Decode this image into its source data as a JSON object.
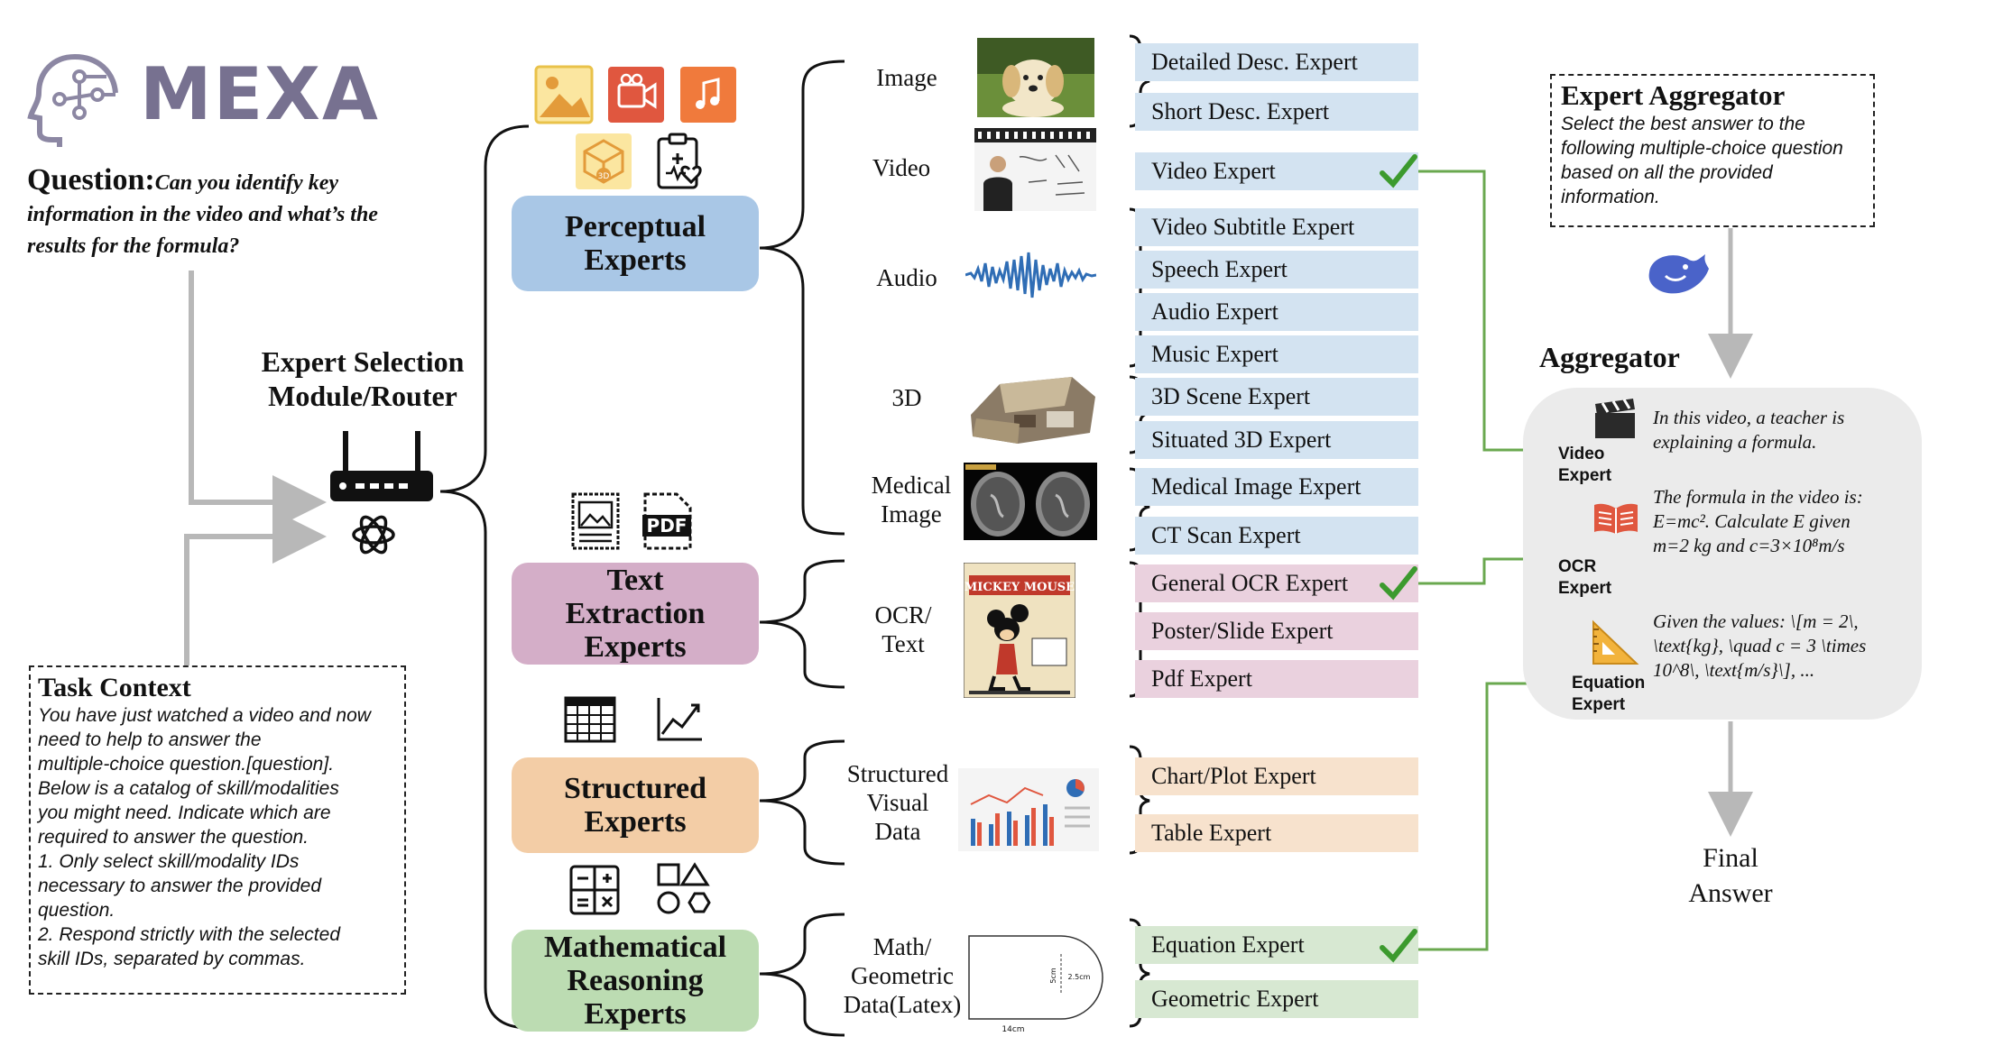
{
  "logo": {
    "name": "MEXA"
  },
  "question": {
    "label": "Question:",
    "text": "Can you identify key information in the video and what’s the results for the formula?"
  },
  "router": {
    "title_line1": "Expert Selection",
    "title_line2": "Module/Router"
  },
  "task_context": {
    "title": "Task Context",
    "lines": [
      "You have just watched a video and now",
      "need to help to answer the",
      "multiple-choice question.[question].",
      "Below is a catalog of skill/modalities",
      "you might need. Indicate which are",
      "required to answer the question.",
      "1. Only select skill/modality IDs",
      "necessary to answer the provided",
      "question.",
      "2. Respond strictly with the selected",
      "skill IDs, separated by commas."
    ]
  },
  "categories": {
    "perceptual": {
      "line1": "Perceptual",
      "line2": "Experts",
      "color": "#a9c7e6"
    },
    "text": {
      "line1": "Text",
      "line2": "Extraction",
      "line3": "Experts",
      "color": "#d4aec8"
    },
    "structured": {
      "line1": "Structured",
      "line2": "Experts",
      "color": "#f3cda6"
    },
    "math": {
      "line1": "Mathematical",
      "line2": "Reasoning",
      "line3": "Experts",
      "color": "#bcdcb2"
    }
  },
  "modalities": {
    "image": "Image",
    "video": "Video",
    "audio": "Audio",
    "threed": "3D",
    "medical_l1": "Medical",
    "medical_l2": "Image",
    "ocr_l1": "OCR/",
    "ocr_l2": "Text",
    "structured_l1": "Structured",
    "structured_l2": "Visual",
    "structured_l3": "Data",
    "math_l1": "Math/",
    "math_l2": "Geometric",
    "math_l3": "Data(Latex)"
  },
  "experts": {
    "detailed_desc": "Detailed Desc. Expert",
    "short_desc": "Short Desc. Expert",
    "video": "Video Expert",
    "video_subtitle": "Video Subtitle Expert",
    "speech": "Speech Expert",
    "audio": "Audio Expert",
    "music": "Music Expert",
    "scene3d": "3D Scene Expert",
    "situated3d": "Situated 3D Expert",
    "medical": "Medical Image Expert",
    "ct": "CT Scan Expert",
    "general_ocr": "General OCR Expert",
    "poster": "Poster/Slide Expert",
    "pdf": "Pdf Expert",
    "chart": "Chart/Plot Expert",
    "table": "Table Expert",
    "equation": "Equation Expert",
    "geometric": "Geometric Expert"
  },
  "aggregator_prompt": {
    "title": "Expert Aggregator",
    "lines": [
      "Select the best answer to the",
      "following multiple-choice question",
      "based on all the provided",
      "information."
    ]
  },
  "aggregator": {
    "title": "Aggregator",
    "video_label_l1": "Video",
    "video_label_l2": "Expert",
    "video_text_l1": "In this video, a teacher is",
    "video_text_l2": "explaining a formula.",
    "ocr_label_l1": "OCR",
    "ocr_label_l2": "Expert",
    "ocr_text_l1": "The formula in the video is:",
    "ocr_text_l2": "E=mc². Calculate E given",
    "ocr_text_l3": "m=2 kg and c=3×10⁸m/s",
    "eq_label_l1": "Equation",
    "eq_label_l2": "Expert",
    "eq_text_l1": "Given the values: \\[m = 2\\,",
    "eq_text_l2": "\\text{kg}, \\quad c = 3 \\times",
    "eq_text_l3": "10^8\\, \\text{m/s}\\], ..."
  },
  "final_answer": {
    "line1": "Final",
    "line2": "Answer"
  },
  "thumbnails": {
    "pdf_icon_text": "PDF",
    "poster_title": "MICKEY MOUSE",
    "geo_width": "14cm",
    "geo_height": "5cm",
    "geo_radius": "2.5cm",
    "threed_icon_text": "3D"
  },
  "colors": {
    "selected_arrow": "#6aa84f",
    "gray_arrow": "#b8b8b8",
    "check": "#3c9a2e"
  }
}
